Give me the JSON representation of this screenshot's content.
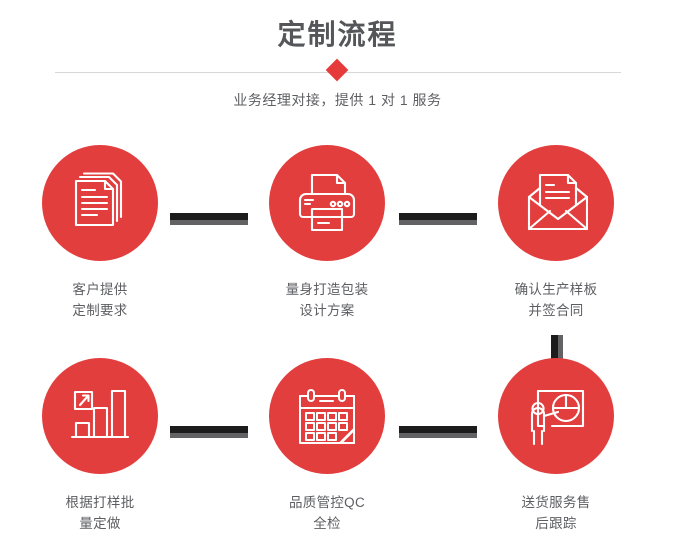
{
  "header": {
    "title": "定制流程",
    "subtitle": "业务经理对接，提供 1 对 1 服务",
    "accent_color": "#e33e3e",
    "title_color": "#55565a",
    "divider_color": "#d8d8d8"
  },
  "flow": {
    "connector_dark_color": "#1c1c1c",
    "connector_shadow_color": "#636366",
    "circle_color": "#e33e3e",
    "steps": [
      {
        "index": 1,
        "icon": "documents-stack-icon",
        "line1": "客户提供",
        "line2": "定制要求"
      },
      {
        "index": 2,
        "icon": "printer-icon",
        "line1": "量身打造包装",
        "line2": "设计方案"
      },
      {
        "index": 3,
        "icon": "envelope-letter-icon",
        "line1": "确认生产样板",
        "line2": "并签合同"
      },
      {
        "index": 4,
        "icon": "bar-chart-growth-icon",
        "line1": "根据打样批",
        "line2": "量定做"
      },
      {
        "index": 5,
        "icon": "calendar-icon",
        "line1": "品质管控QC",
        "line2": "全检"
      },
      {
        "index": 6,
        "icon": "presentation-pie-chart-icon",
        "line1": "送货服务售",
        "line2": "后跟踪"
      }
    ]
  }
}
